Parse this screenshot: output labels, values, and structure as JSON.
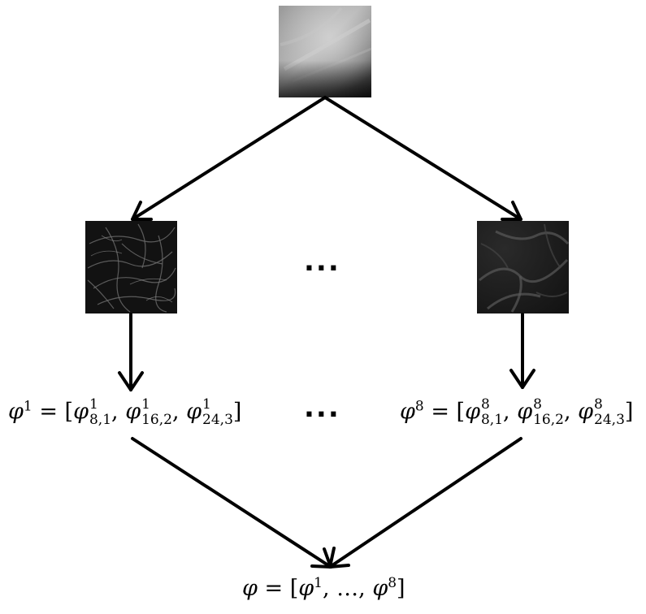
{
  "nodes": {
    "input_patch": {
      "icon": "mammogram-patch-image"
    },
    "left_filtered_patch": {
      "icon": "filtered-texture-patch-image"
    },
    "right_filtered_patch": {
      "icon": "filtered-texture-patch-image"
    }
  },
  "ellipsis_top": "...",
  "ellipsis_bottom": "...",
  "labels": {
    "phi1": {
      "lhs_symbol": "φ",
      "lhs_sup": "1",
      "terms": [
        {
          "sym": "φ",
          "sup": "1",
          "sub": "8,1"
        },
        {
          "sym": "φ",
          "sup": "1",
          "sub": "16,2"
        },
        {
          "sym": "φ",
          "sup": "1",
          "sub": "24,3"
        }
      ]
    },
    "phi8": {
      "lhs_symbol": "φ",
      "lhs_sup": "8",
      "terms": [
        {
          "sym": "φ",
          "sup": "8",
          "sub": "8,1"
        },
        {
          "sym": "φ",
          "sup": "8",
          "sub": "16,2"
        },
        {
          "sym": "φ",
          "sup": "8",
          "sub": "24,3"
        }
      ]
    },
    "phi_all": {
      "lhs_symbol": "φ",
      "first": {
        "sym": "φ",
        "sup": "1"
      },
      "dots": "…",
      "last": {
        "sym": "φ",
        "sup": "8"
      }
    }
  },
  "colors": {
    "arrow": "#000000",
    "background": "#ffffff"
  }
}
